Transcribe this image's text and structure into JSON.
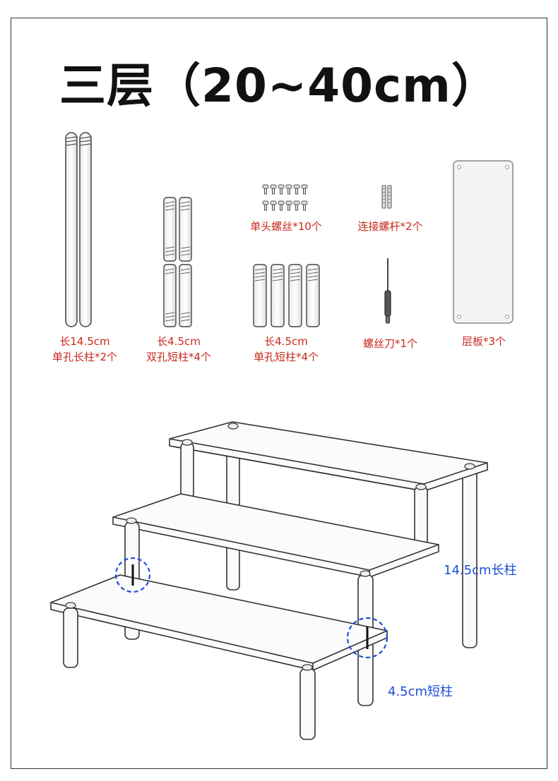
{
  "title": "三层（20~40cm）",
  "parts": [
    {
      "line1": "长14.5cm",
      "line2": "单孔长柱*2个"
    },
    {
      "line1": "长4.5cm",
      "line2": "双孔短柱*4个"
    },
    {
      "line1": "单头螺丝*10个"
    },
    {
      "line1": "连接螺杆*2个"
    },
    {
      "line1": "长4.5cm",
      "line2": "单孔短柱*4个"
    },
    {
      "line1": "螺丝刀*1个"
    },
    {
      "line1": "层板*3个"
    }
  ],
  "callouts": {
    "long_pillar": "14.5cm长柱",
    "short_pillar": "4.5cm短柱"
  },
  "colors": {
    "label_red": "#c8281e",
    "callout_blue": "#1f4fd8",
    "outline": "#333333"
  }
}
